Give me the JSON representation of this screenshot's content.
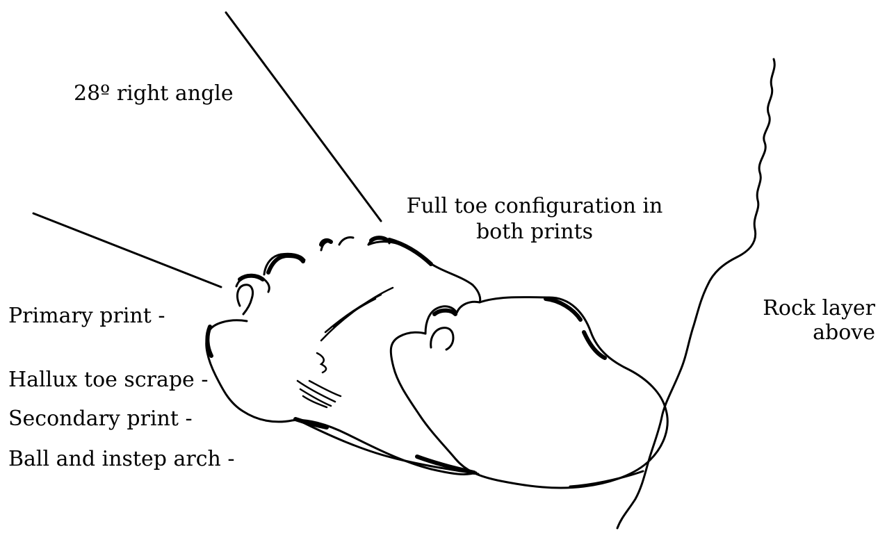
{
  "labels": {
    "angle": "28º right angle",
    "toe_line1": "Full toe configuration in",
    "toe_line2": "both prints",
    "primary": "Primary print -",
    "hallux": "Hallux toe scrape -",
    "secondary": "Secondary print -",
    "ball": "Ball and instep arch -",
    "rock_line1": "Rock layer",
    "rock_line2": "above"
  },
  "colors": {
    "ink": "#000000",
    "background": "#ffffff"
  }
}
